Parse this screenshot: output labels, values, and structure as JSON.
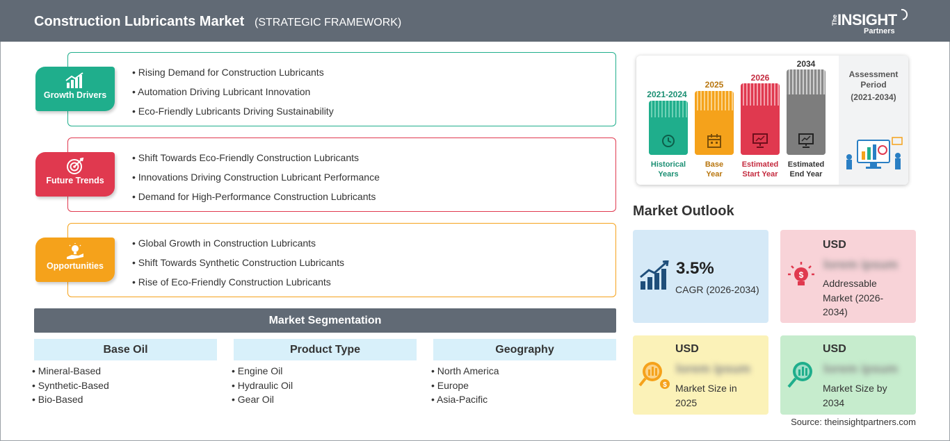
{
  "header": {
    "title": "Construction Lubricants Market",
    "subtitle": "(STRATEGIC FRAMEWORK)",
    "logo": {
      "the": "The",
      "main": "INSIGHT",
      "sub": "Partners"
    }
  },
  "framework": [
    {
      "label": "Growth Drivers",
      "color": "#1fae8c",
      "icon": "growth-chart-icon",
      "items": [
        "Rising Demand for Construction Lubricants",
        "Automation Driving Lubricant Innovation",
        "Eco-Friendly Lubricants Driving Sustainability"
      ]
    },
    {
      "label": "Future Trends",
      "color": "#e0394f",
      "icon": "target-icon",
      "items": [
        "Shift Towards Eco-Friendly Construction Lubricants",
        "Innovations Driving Construction Lubricant Performance",
        "Demand for High-Performance Construction Lubricants"
      ]
    },
    {
      "label": "Opportunities",
      "color": "#f5a21b",
      "icon": "lightbulb-hand-icon",
      "items": [
        "Global Growth in Construction Lubricants",
        "Shift Towards Synthetic Construction Lubricants",
        "Rise of Eco-Friendly Construction Lubricants"
      ]
    }
  ],
  "segmentation": {
    "title": "Market Segmentation",
    "columns": [
      {
        "heading": "Base Oil",
        "items": [
          "Mineral-Based",
          "Synthetic-Based",
          "Bio-Based"
        ]
      },
      {
        "heading": "Product Type",
        "items": [
          "Engine Oil",
          "Hydraulic Oil",
          "Gear Oil"
        ]
      },
      {
        "heading": "Geography",
        "items": [
          "North America",
          "Europe",
          "Asia-Pacific"
        ]
      }
    ]
  },
  "timeline": {
    "bars": [
      {
        "year": "2021-2024",
        "label1": "Historical",
        "label2": "Years",
        "color": "#1fae8c",
        "year_color": "#1b8f73",
        "icon": "history-icon"
      },
      {
        "year": "2025",
        "label1": "Base",
        "label2": "Year",
        "color": "#f5a21b",
        "year_color": "#b8760f",
        "icon": "calendar-icon"
      },
      {
        "year": "2026",
        "label1": "Estimated",
        "label2": "Start Year",
        "color": "#e0394f",
        "year_color": "#c42b3f",
        "icon": "presentation-icon"
      },
      {
        "year": "2034",
        "label1": "Estimated",
        "label2": "End Year",
        "color": "#7d7d7d",
        "year_color": "#333333",
        "icon": "monitor-chart-icon"
      }
    ],
    "assessment": {
      "line1": "Assessment",
      "line2": "Period",
      "line3": "(2021-2034)"
    }
  },
  "outlook": {
    "title": "Market Outlook",
    "cagr": {
      "value": "3.5%",
      "label": "CAGR (2026-2034)",
      "color": "#d5e9f7"
    },
    "addressable": {
      "currency": "USD",
      "value": "lorem ipsum",
      "label": "Addressable Market (2026-2034)",
      "color": "#f8d3d8"
    },
    "size_2025": {
      "currency": "USD",
      "value": "lorem ipsum",
      "label": "Market Size in 2025",
      "color": "#fbf2b8"
    },
    "size_2034": {
      "currency": "USD",
      "value": "lorem ipsum",
      "label": "Market Size by 2034",
      "color": "#c6eccd"
    }
  },
  "source": "Source: theinsightpartners.com"
}
